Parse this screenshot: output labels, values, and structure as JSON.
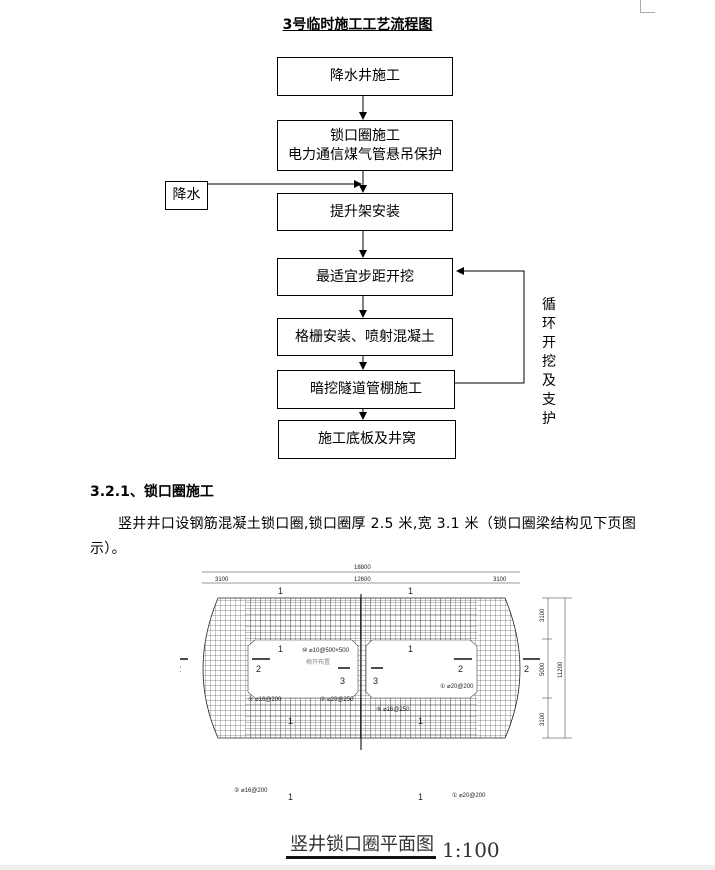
{
  "flowchart": {
    "title": "3号临时施工工艺流程图",
    "steps": [
      "降水井施工",
      "锁口圈施工",
      "电力通信煤气管悬吊保护",
      "提升架安装",
      "最适宜步距开挖",
      "格栅安装、喷射混凝土",
      "暗挖隧道管棚施工",
      "施工底板及井窝"
    ],
    "side_input": "降水",
    "loop_label": "循环开挖及支护"
  },
  "section": {
    "heading": "3.2.1、锁口圈施工",
    "paragraph": "竖井井口设钢筋混凝土锁口圈,锁口圈厚 2.5 米,宽 3.1 米（锁口圈梁结构见下页图示）。"
  },
  "drawing": {
    "dims_top": {
      "total": "18800",
      "left": "3100",
      "middle": "12600",
      "right": "3100"
    },
    "dims_right": {
      "top": "3100",
      "middle": "5000",
      "bottom": "3100",
      "total": "11200"
    },
    "section_marks": {
      "one": "1",
      "two": "2",
      "three": "3"
    },
    "rebar_labels": {
      "r10": "⑩ ⌀10@500×500",
      "r10_note": "梅开布置",
      "r2_left": "② ⌀16@200",
      "r2_mid": "② ⌀20@250",
      "r9": "⑨ ⌀16@250",
      "r1_right": "① ⌀20@200",
      "r2_bottom": "② ⌀16@200",
      "r1_bottom": "① ⌀20@200"
    },
    "caption": "竖井锁口圈平面图",
    "scale": "1:100"
  }
}
